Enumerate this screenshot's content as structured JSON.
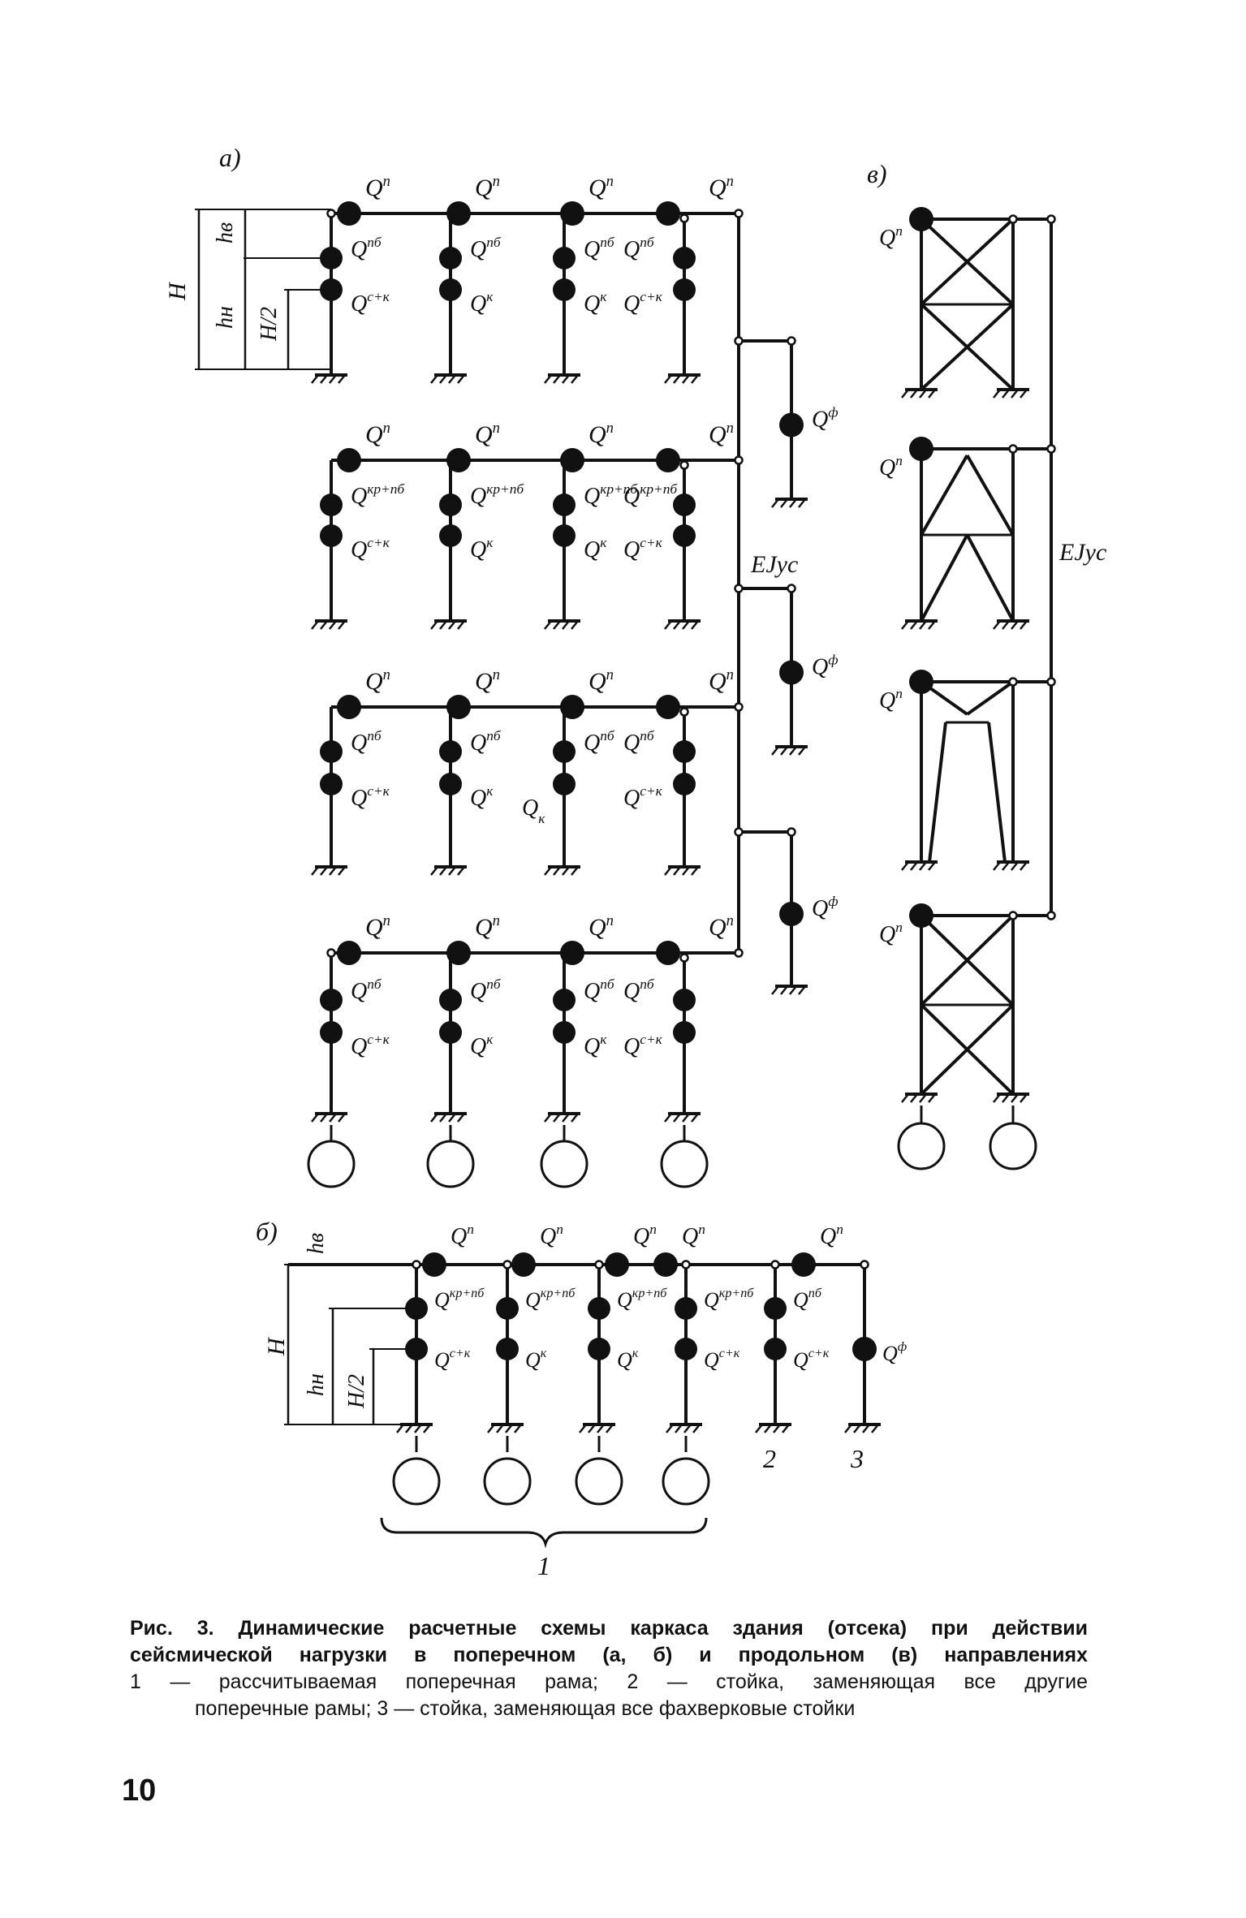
{
  "panels": {
    "a": "а)",
    "b": "б)",
    "v": "в)"
  },
  "masses": {
    "Qp": "Q",
    "sup_p": "п",
    "sup_pb": "пб",
    "sup_ck": "с+к",
    "sup_k": "к",
    "sup_kr": "кр+пб",
    "sup_f": "ф",
    "Qk_sub": "к"
  },
  "dims": {
    "H": "H",
    "hb": "hв",
    "hn": "hн",
    "H2": "H/2"
  },
  "stiffness": {
    "ej": "EJус",
    "ej2": "EJус"
  },
  "legend_numbers": {
    "one": "1",
    "two": "2",
    "three": "3"
  },
  "caption": {
    "fig": "Рис. 3.",
    "title1": "Динамические расчетные схемы каркаса здания (отсека) при действии",
    "title2": "сейсмической нагрузки в поперечном (а, б) и продольном (в) направлениях",
    "legend1": "1 — рассчитываемая поперечная рама; 2 — стойка, заменяющая все другие",
    "legend2": "поперечные рамы; 3 — стойка, заменяющая все фахверковые стойки"
  },
  "page_number": "10"
}
